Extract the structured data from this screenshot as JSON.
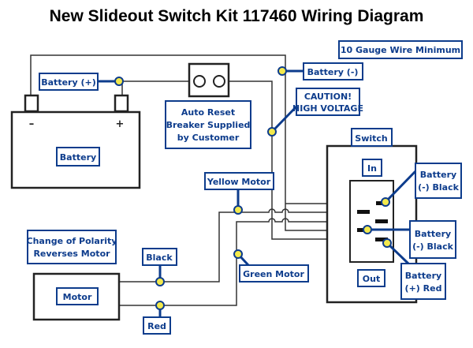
{
  "title": "New Slideout Switch Kit 117460 Wiring Diagram",
  "labels": {
    "gauge": "10 Gauge Wire Minimum",
    "battery_plus": "Battery (+)",
    "battery_minus": "Battery (-)",
    "breaker": [
      "Auto Reset",
      "Breaker Supplied",
      "by Customer"
    ],
    "caution": [
      "CAUTION!",
      "HIGH VOLTAGE"
    ],
    "battery": "Battery",
    "battery_neg_sign": "–",
    "battery_pos_sign": "+",
    "switch": "Switch",
    "switch_in": "In",
    "switch_out": "Out",
    "sw_battery_black_1": [
      "Battery",
      "(-) Black"
    ],
    "sw_battery_black_2": [
      "Battery",
      "(-) Black"
    ],
    "sw_battery_red": [
      "Battery",
      "(+) Red"
    ],
    "yellow_motor": "Yellow Motor",
    "green_motor": "Green Motor",
    "polarity": [
      "Change of Polarity",
      "Reverses Motor"
    ],
    "black": "Black",
    "red": "Red",
    "motor": "Motor"
  },
  "colors": {
    "label_blue": "#0d3c8c",
    "connector_yellow": "#f3e94c"
  }
}
